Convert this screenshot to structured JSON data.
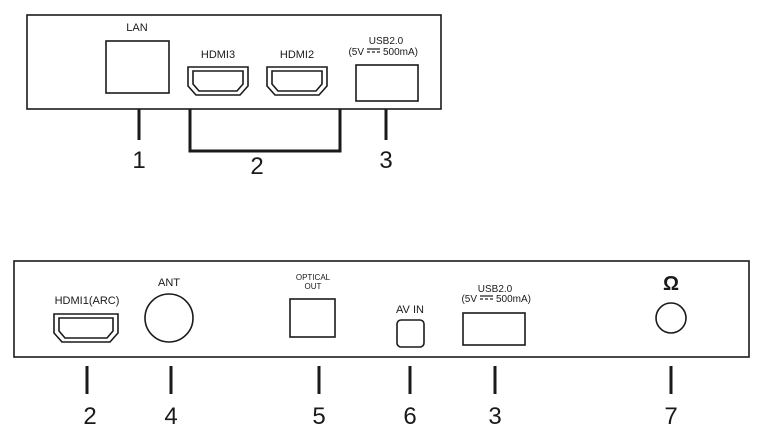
{
  "top_panel": {
    "labels": {
      "lan": "LAN",
      "hdmi3": "HDMI3",
      "hdmi2": "HDMI2",
      "usb_line1": "USB2.0",
      "usb_line2_a": "(5V",
      "usb_line2_b": "500mA)"
    },
    "callouts": {
      "lan": "1",
      "hdmi": "2",
      "usb": "3"
    }
  },
  "bottom_panel": {
    "labels": {
      "hdmi1": "HDMI1(ARC)",
      "ant": "ANT",
      "optical_line1": "OPTICAL",
      "optical_line2": "OUT",
      "av_in": "AV IN",
      "usb_line1": "USB2.0",
      "usb_line2_a": "(5V",
      "usb_line2_b": "500mA)",
      "headphone_symbol": "Ω"
    },
    "callouts": {
      "hdmi1": "2",
      "ant": "4",
      "optical": "5",
      "av_in": "6",
      "usb": "3",
      "headphone": "7"
    }
  },
  "colors": {
    "ink": "#1a1a1a",
    "background": "#ffffff"
  }
}
